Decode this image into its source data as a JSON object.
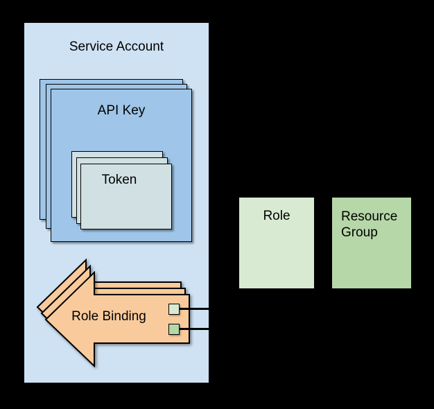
{
  "diagram": {
    "service_account": {
      "label": "Service Account"
    },
    "api_key": {
      "label": "API Key",
      "stack_count": 3
    },
    "token": {
      "label": "Token",
      "stack_count": 3
    },
    "role_binding": {
      "label": "Role Binding",
      "stack_count": 3
    },
    "role": {
      "label": "Role"
    },
    "resource_group": {
      "label": "Resource Group"
    }
  },
  "colors": {
    "background": "#000000",
    "service-account": "#cfe2f3",
    "api-key": "#9fc5e8",
    "token": "#d0e0e3",
    "role-binding": "#f9cb9c",
    "role": "#d9ead3",
    "resource-group": "#b6d7a8",
    "connector": "#000000",
    "text": "#000000"
  }
}
